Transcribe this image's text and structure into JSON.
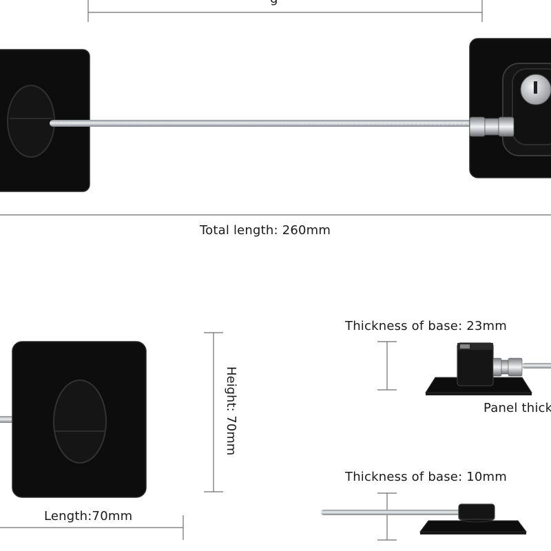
{
  "top_dimension_label": "g",
  "total_length_label": "Total length: 260mm",
  "height_label": "Height: 70mm",
  "length_label": "Length:70mm",
  "base_thickness_top_label": "Thickness of base: 23mm",
  "panel_thickness_label": "Panel thick",
  "base_thickness_bottom_label": "Thickness of base: 10mm",
  "colors": {
    "plate": "#0d0d0d",
    "cable": "#b9bcc0",
    "dimension_line": "#6d6d6d",
    "background": "#ffffff"
  }
}
